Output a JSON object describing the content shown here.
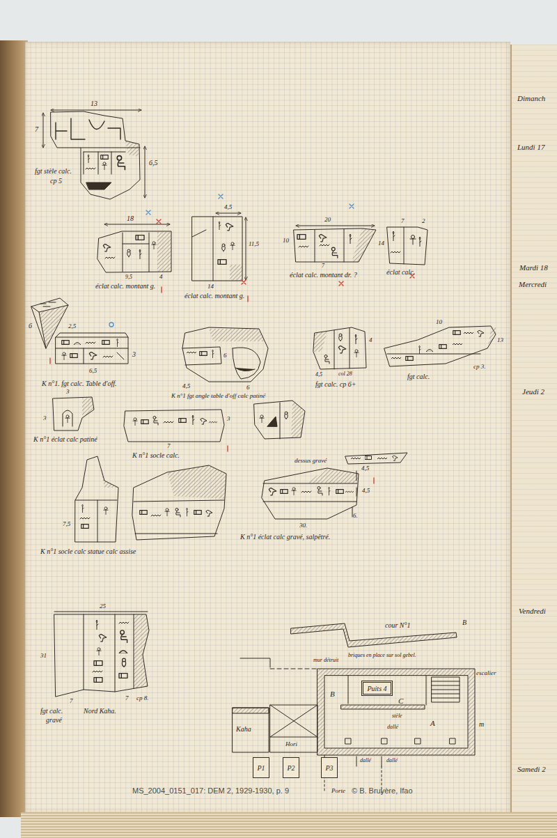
{
  "diagram": {
    "nodes": [
      {
        "text": [
          "Puits 4"
        ]
      },
      {
        "text": [
          "P1"
        ]
      },
      {
        "text": [
          "P2"
        ]
      },
      {
        "text": [
          "P3"
        ]
      }
    ],
    "labels": [
      "13",
      "7",
      "6,5",
      "fgt stèle calc.",
      "cp 5",
      "18",
      "9,5",
      "4",
      "éclat calc. montant g.",
      "4,5",
      "11,5",
      "14",
      "éclat calc. montant g.",
      "20",
      "10",
      "7",
      "éclat calc. montant dr. ?",
      "7",
      "2",
      "14",
      "éclat calc.",
      "6",
      "2,5",
      "3",
      "6,5",
      "K n°1. fgt calc. Table d'off.",
      "6",
      "4,5",
      "6",
      "K n°1 fgt angle table d'off calc patiné",
      "4",
      "4,5",
      "col 28",
      "fgt calc. cp 6+",
      "10",
      "13",
      "cp 3.",
      "fgt calc.",
      "3",
      "3",
      "K n°1 éclat calc patiné",
      "3",
      "7",
      "K n°1 socle calc.",
      "7,5",
      "K n°1 socle calc statue calc assise",
      "dessus gravé",
      "4,5",
      "4,5",
      "6.",
      "30.",
      "K n°1 éclat calc gravé, salpêtré.",
      "25",
      "31",
      "7",
      "7",
      "cp 8.",
      "fgt calc.",
      "Nord Kaha.",
      "gravé",
      "cour N°1",
      "B",
      "mur détruit",
      "briques en place sur sol gebel.",
      "escalier",
      "B",
      "C",
      "A",
      "stèle",
      "dallé",
      "m",
      "Kaha",
      "Hori",
      "dallé",
      "dallé",
      "Porte",
      "Dimanch",
      "Lundi 17",
      "Mardi 18",
      "Mercredi",
      "Jeudi 2",
      "Vendredi",
      "Samedi 2",
      "MS_2004_0151_017: DEM 2, 1929-1930, p. 9",
      "© B. Bruyère, Ifao"
    ]
  }
}
